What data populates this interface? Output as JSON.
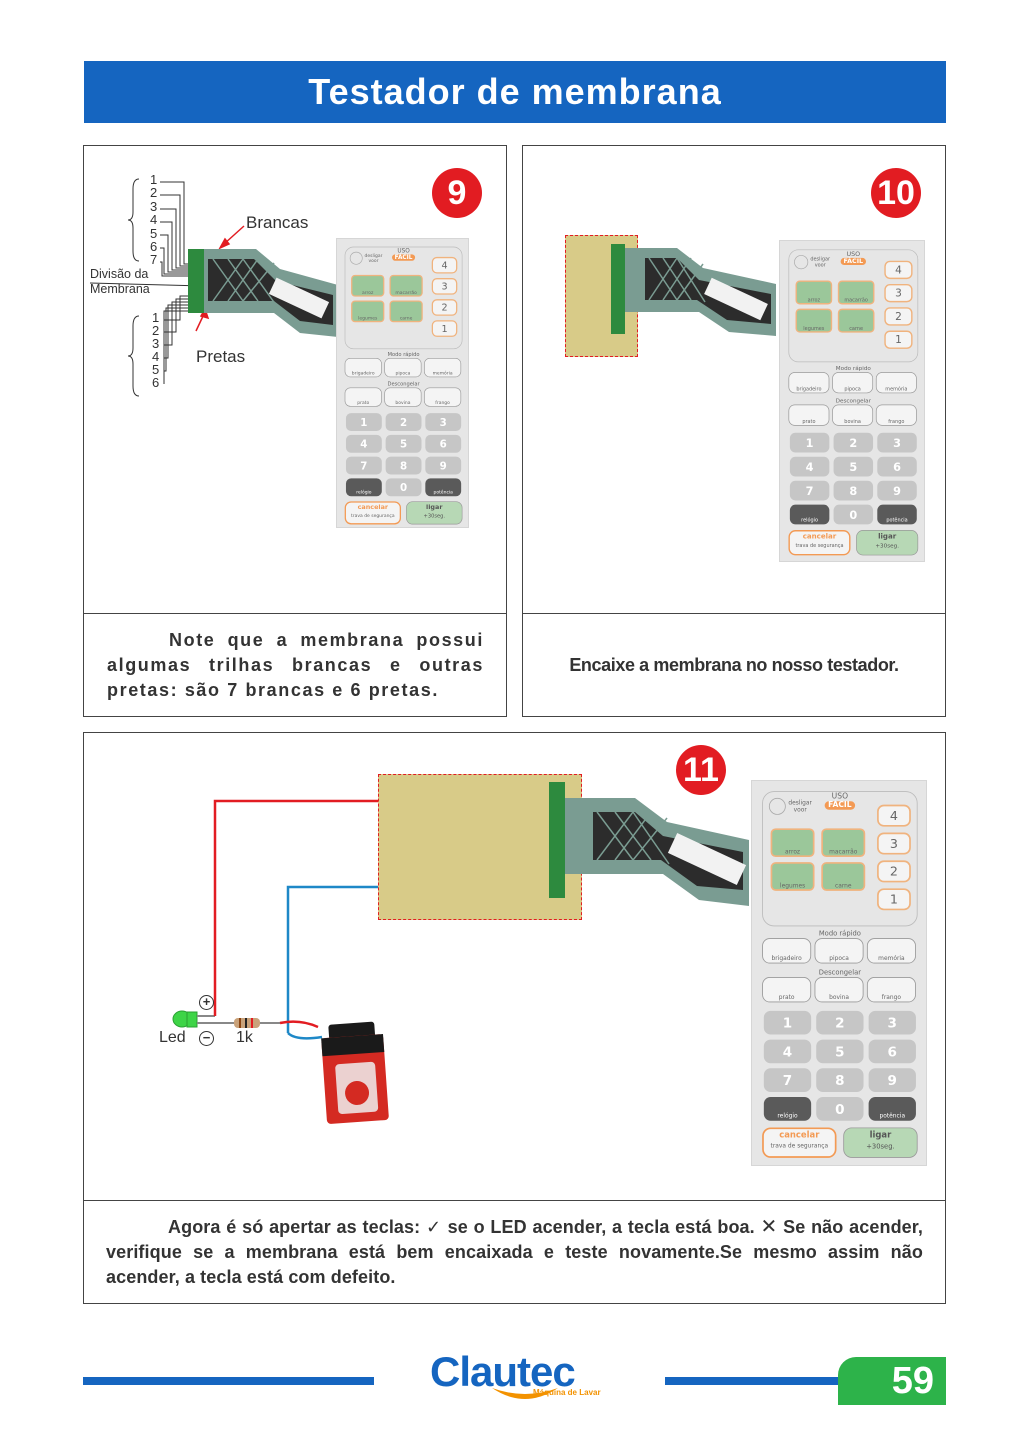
{
  "header": {
    "title": "Testador de membrana"
  },
  "panels": [
    {
      "step": "9",
      "caption": "Note que a membrana possui algumas trilhas brancas e outras pretas: são 7 brancas e 6 pretas."
    },
    {
      "step": "10",
      "caption": "Encaixe a membrana no nosso testador."
    },
    {
      "step": "11",
      "caption_part1": "Agora é só apertar as teclas:",
      "check_symbol": "✓",
      "caption_part2": "se o LED acender, a tecla está boa.",
      "cross_symbol": "✕",
      "caption_part3": "Se não acender, verifique se a membrana está bem encaixada e teste novamente.Se mesmo assim não acender, a tecla está com defeito."
    }
  ],
  "diagram9": {
    "white_numbers": [
      "1",
      "2",
      "3",
      "4",
      "5",
      "6",
      "7"
    ],
    "black_numbers": [
      "1",
      "2",
      "3",
      "4",
      "5",
      "6"
    ],
    "label_whites": "Brancas",
    "label_blacks": "Pretas",
    "label_division_line1": "Divisão da",
    "label_division_line2": "Membrana"
  },
  "diagram11": {
    "led_label": "Led",
    "plus_symbol": "+",
    "minus_symbol": "−",
    "resistor_label": "1k"
  },
  "keypad": {
    "desligar": "desligar voor",
    "uso_line1": "USO",
    "uso_line2": "FÁCIL",
    "quick_nums": [
      "4",
      "3",
      "2",
      "1"
    ],
    "food_labels": [
      "arroz",
      "macarrão",
      "legumes",
      "carne"
    ],
    "modo_rapido": "Modo rápido",
    "modo_items": [
      "brigadeiro",
      "pipoca",
      "memória"
    ],
    "descongelar": "Descongelar",
    "desc_items": [
      "prato",
      "bovina",
      "frango"
    ],
    "digits": [
      "1",
      "2",
      "3",
      "4",
      "5",
      "6",
      "7",
      "8",
      "9",
      "",
      "0",
      ""
    ],
    "relogio": "relógio",
    "potencia": "potência",
    "cancelar": "cancelar",
    "trava": "trava de segurança",
    "ligar": "ligar",
    "ligar_sub": "+30seg."
  },
  "footer": {
    "brand_a": "Clau",
    "brand_b": "tec",
    "tagline": "Máquina de Lavar",
    "page": "59"
  },
  "colors": {
    "header_blue": "#1565c0",
    "badge_red": "#e21c22",
    "page_green": "#2db34a",
    "brand_blue": "#1565c0",
    "brand_orange": "#f39200"
  }
}
